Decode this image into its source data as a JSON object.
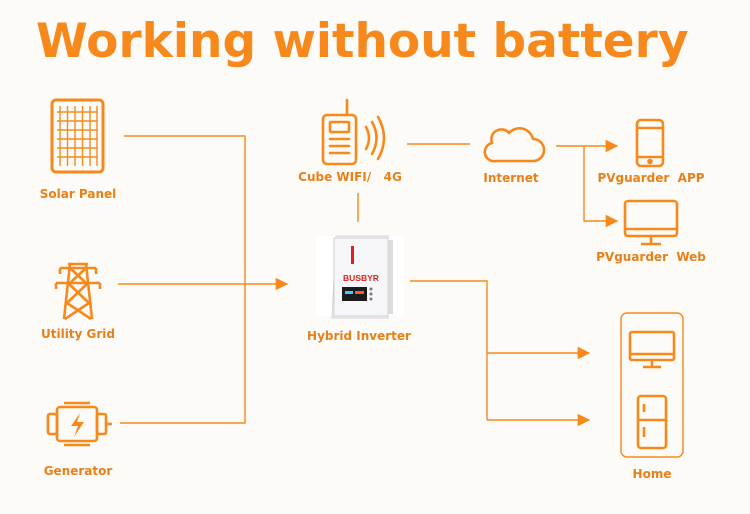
{
  "title": "Working without battery",
  "colors": {
    "accent": "#f7891c",
    "label": "#e8801a",
    "background": "#fcfbf7",
    "inverter_red": "#e02020"
  },
  "nodes": {
    "solar_panel": {
      "label": "Solar Panel",
      "icon": "solar-panel-icon"
    },
    "utility_grid": {
      "label": "Utility Grid",
      "icon": "transmission-tower-icon"
    },
    "generator": {
      "label": "Generator",
      "icon": "generator-icon"
    },
    "wifi": {
      "label": "Cube WIFI/   4G",
      "icon": "wifi-dongle-icon"
    },
    "inverter": {
      "label": "Hybrid Inverter",
      "brand": "BUSBYR",
      "icon": "hybrid-inverter-icon"
    },
    "internet": {
      "label": "Internet",
      "icon": "cloud-icon"
    },
    "app": {
      "label": "PVguarder  APP",
      "icon": "smartphone-icon"
    },
    "web": {
      "label": "PVguarder  Web",
      "icon": "monitor-icon"
    },
    "home": {
      "label": "Home",
      "icon": "home-icon"
    }
  }
}
